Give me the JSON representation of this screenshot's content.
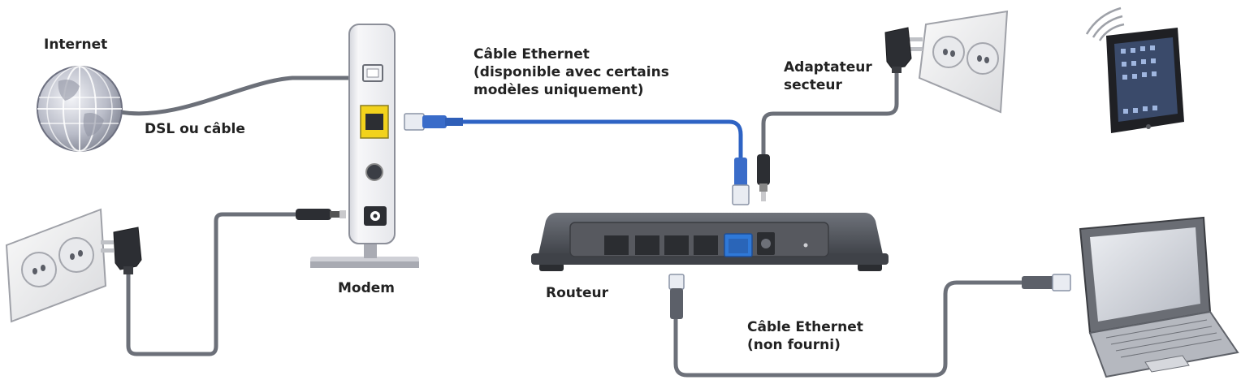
{
  "labels": {
    "internet": "Internet",
    "dsl": "DSL ou câble",
    "modem": "Modem",
    "ethernet_top": [
      "Câble Ethernet",
      "(disponible avec certains",
      "modèles uniquement)"
    ],
    "adapter": [
      "Adaptateur",
      "secteur"
    ],
    "router": "Routeur",
    "ethernet_bottom": [
      "Câble Ethernet",
      "(non fourni)"
    ]
  },
  "colors": {
    "text": "#222222",
    "cable_gray": "#6c7079",
    "cable_blue": "#2e63c4",
    "router_body": "#45484f",
    "modem_port_yellow": "#f2d21c",
    "router_wan_port": "#2f79d8",
    "device_dark": "#2c2e33"
  },
  "icons": [
    "globe-icon",
    "modem-icon",
    "router-icon",
    "tablet-icon",
    "wifi-icon",
    "laptop-icon",
    "wall-outlet-icon",
    "power-adapter-icon"
  ]
}
